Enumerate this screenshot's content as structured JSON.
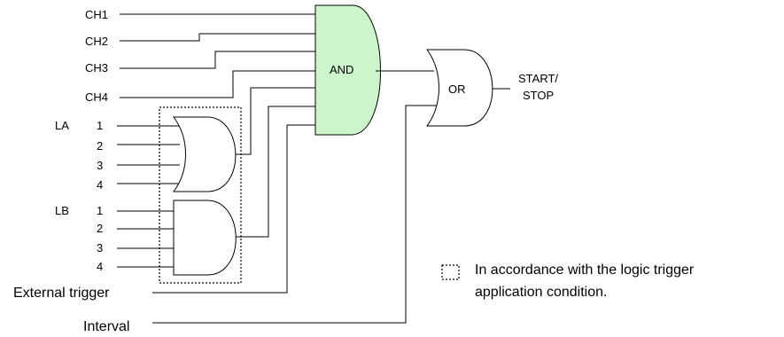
{
  "channels": [
    "CH1",
    "CH2",
    "CH3",
    "CH4"
  ],
  "la": {
    "label": "LA",
    "inputs": [
      "1",
      "2",
      "3",
      "4"
    ]
  },
  "lb": {
    "label": "LB",
    "inputs": [
      "1",
      "2",
      "3",
      "4"
    ]
  },
  "and_gate_label": "AND",
  "or_gate_label": "OR",
  "output_label_line1": "START/",
  "output_label_line2": "STOP",
  "external_trigger": "External trigger",
  "interval": "Interval",
  "legend": {
    "line1": "In accordance with the logic trigger",
    "line2": "application condition."
  },
  "colors": {
    "and_fill": "#ccf5cc",
    "line": "#000000"
  }
}
